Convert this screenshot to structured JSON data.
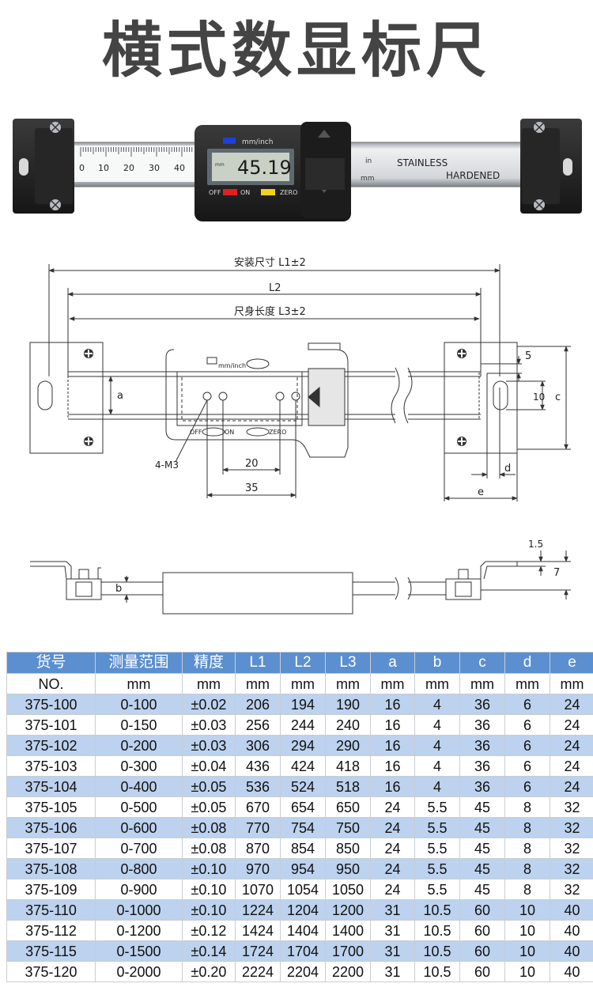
{
  "title": "横式数显标尺",
  "product_photo": {
    "units_label": "mm/inch",
    "display_value": "45.19",
    "unit_in": "in",
    "unit_mm": "mm",
    "off_label": "OFF",
    "on_label": "ON",
    "zero_label": "ZERO",
    "scale_numbers": [
      "0",
      "10",
      "20",
      "30",
      "40"
    ],
    "stainless": "STAINLESS",
    "hardened": "HARDENED",
    "colors": {
      "blue_button": "#1f3fd8",
      "red_button": "#e02020",
      "yellow_button": "#f2d21a"
    }
  },
  "drawing": {
    "dim_L1": "安装尺寸 L1±2",
    "dim_L2": "L2",
    "dim_L3": "尺身长度 L3±2",
    "display_units": "mm/inch",
    "off": "OFF",
    "on": "ON",
    "zero": "ZERO",
    "hole_label": "4-M3",
    "dim_20": "20",
    "dim_35": "35",
    "dim_a": "a",
    "dim_5": "5",
    "dim_10": "10",
    "dim_c": "c",
    "dim_d": "d",
    "dim_e": "e",
    "dim_1_5": "1.5",
    "dim_7": "7",
    "dim_b": "b"
  },
  "table": {
    "headers": [
      "货号",
      "测量范围",
      "精度",
      "L1",
      "L2",
      "L3",
      "a",
      "b",
      "c",
      "d",
      "e"
    ],
    "units": [
      "NO.",
      "mm",
      "mm",
      "mm",
      "mm",
      "mm",
      "mm",
      "mm",
      "mm",
      "mm",
      "mm"
    ],
    "rows": [
      [
        "375-100",
        "0-100",
        "±0.02",
        "206",
        "194",
        "190",
        "16",
        "4",
        "36",
        "6",
        "24"
      ],
      [
        "375-101",
        "0-150",
        "±0.03",
        "256",
        "244",
        "240",
        "16",
        "4",
        "36",
        "6",
        "24"
      ],
      [
        "375-102",
        "0-200",
        "±0.03",
        "306",
        "294",
        "290",
        "16",
        "4",
        "36",
        "6",
        "24"
      ],
      [
        "375-103",
        "0-300",
        "±0.04",
        "436",
        "424",
        "418",
        "16",
        "4",
        "36",
        "6",
        "24"
      ],
      [
        "375-104",
        "0-400",
        "±0.05",
        "536",
        "524",
        "518",
        "16",
        "4",
        "36",
        "6",
        "24"
      ],
      [
        "375-105",
        "0-500",
        "±0.05",
        "670",
        "654",
        "650",
        "24",
        "5.5",
        "45",
        "8",
        "32"
      ],
      [
        "375-106",
        "0-600",
        "±0.08",
        "770",
        "754",
        "750",
        "24",
        "5.5",
        "45",
        "8",
        "32"
      ],
      [
        "375-107",
        "0-700",
        "±0.08",
        "870",
        "854",
        "850",
        "24",
        "5.5",
        "45",
        "8",
        "32"
      ],
      [
        "375-108",
        "0-800",
        "±0.10",
        "970",
        "954",
        "950",
        "24",
        "5.5",
        "45",
        "8",
        "32"
      ],
      [
        "375-109",
        "0-900",
        "±0.10",
        "1070",
        "1054",
        "1050",
        "24",
        "5.5",
        "45",
        "8",
        "32"
      ],
      [
        "375-110",
        "0-1000",
        "±0.10",
        "1224",
        "1204",
        "1200",
        "31",
        "10.5",
        "60",
        "10",
        "40"
      ],
      [
        "375-112",
        "0-1200",
        "±0.12",
        "1424",
        "1404",
        "1400",
        "31",
        "10.5",
        "60",
        "10",
        "40"
      ],
      [
        "375-115",
        "0-1500",
        "±0.14",
        "1724",
        "1704",
        "1700",
        "31",
        "10.5",
        "60",
        "10",
        "40"
      ],
      [
        "375-120",
        "0-2000",
        "±0.20",
        "2224",
        "2204",
        "2200",
        "31",
        "10.5",
        "60",
        "10",
        "40"
      ]
    ]
  }
}
